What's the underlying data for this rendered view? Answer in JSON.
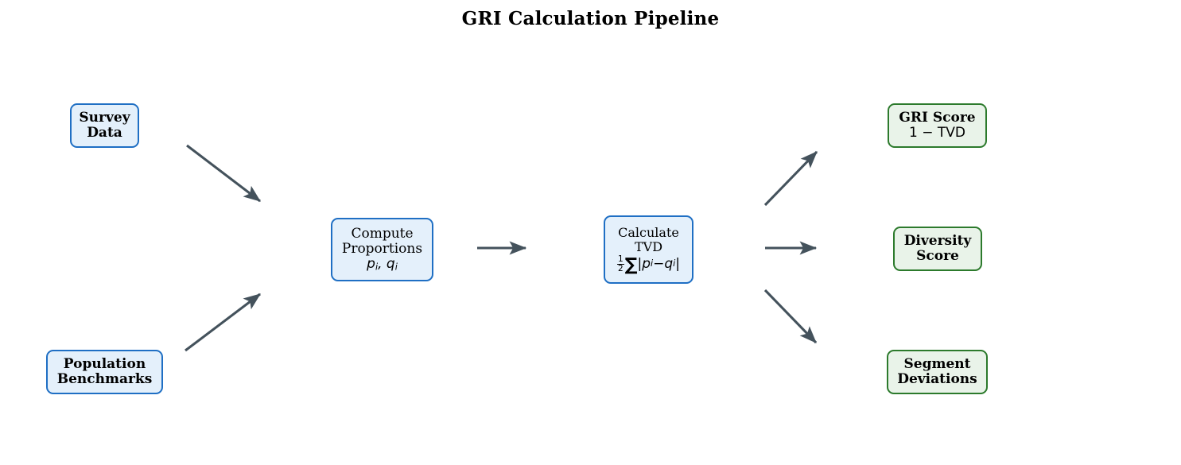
{
  "title": "GRI Calculation Pipeline",
  "theme": {
    "input_fill": "#e4f0fb",
    "input_border": "#1f6fc4",
    "process_fill": "#e4f0fb",
    "process_border": "#1f6fc4",
    "output_fill": "#e9f3e9",
    "output_border": "#2c7a2c",
    "arrow_color": "#44525c",
    "background": "#ffffff"
  },
  "nodes": {
    "survey_data": {
      "line1": "Survey",
      "line2": "Data"
    },
    "population_benchmarks": {
      "line1": "Population",
      "line2": "Benchmarks"
    },
    "compute_proportions": {
      "line1": "Compute",
      "line2": "Proportions",
      "symbols_p": "p",
      "symbols_p_sub": "i",
      "symbols_sep": ", ",
      "symbols_q": "q",
      "symbols_q_sub": "i"
    },
    "calculate_tvd": {
      "line1": "Calculate",
      "line2": "TVD",
      "frac_num": "1",
      "frac_den": "2",
      "sigma": "∑",
      "bar_open": "|",
      "p": "p",
      "p_sub": "i",
      "minus": " − ",
      "q": "q",
      "q_sub": "i",
      "bar_close": "|"
    },
    "gri_score": {
      "line1": "GRI Score",
      "line2": "1 − TVD"
    },
    "diversity_score": {
      "line1": "Diversity",
      "line2": "Score"
    },
    "segment_deviations": {
      "line1": "Segment",
      "line2": "Deviations"
    }
  },
  "edges": [
    {
      "name": "survey-to-compute",
      "from": "survey_data",
      "to": "compute_proportions"
    },
    {
      "name": "benchmarks-to-compute",
      "from": "population_benchmarks",
      "to": "compute_proportions"
    },
    {
      "name": "compute-to-tvd",
      "from": "compute_proportions",
      "to": "calculate_tvd"
    },
    {
      "name": "tvd-to-gri",
      "from": "calculate_tvd",
      "to": "gri_score"
    },
    {
      "name": "tvd-to-diversity",
      "from": "calculate_tvd",
      "to": "diversity_score"
    },
    {
      "name": "tvd-to-segment",
      "from": "calculate_tvd",
      "to": "segment_deviations"
    }
  ]
}
